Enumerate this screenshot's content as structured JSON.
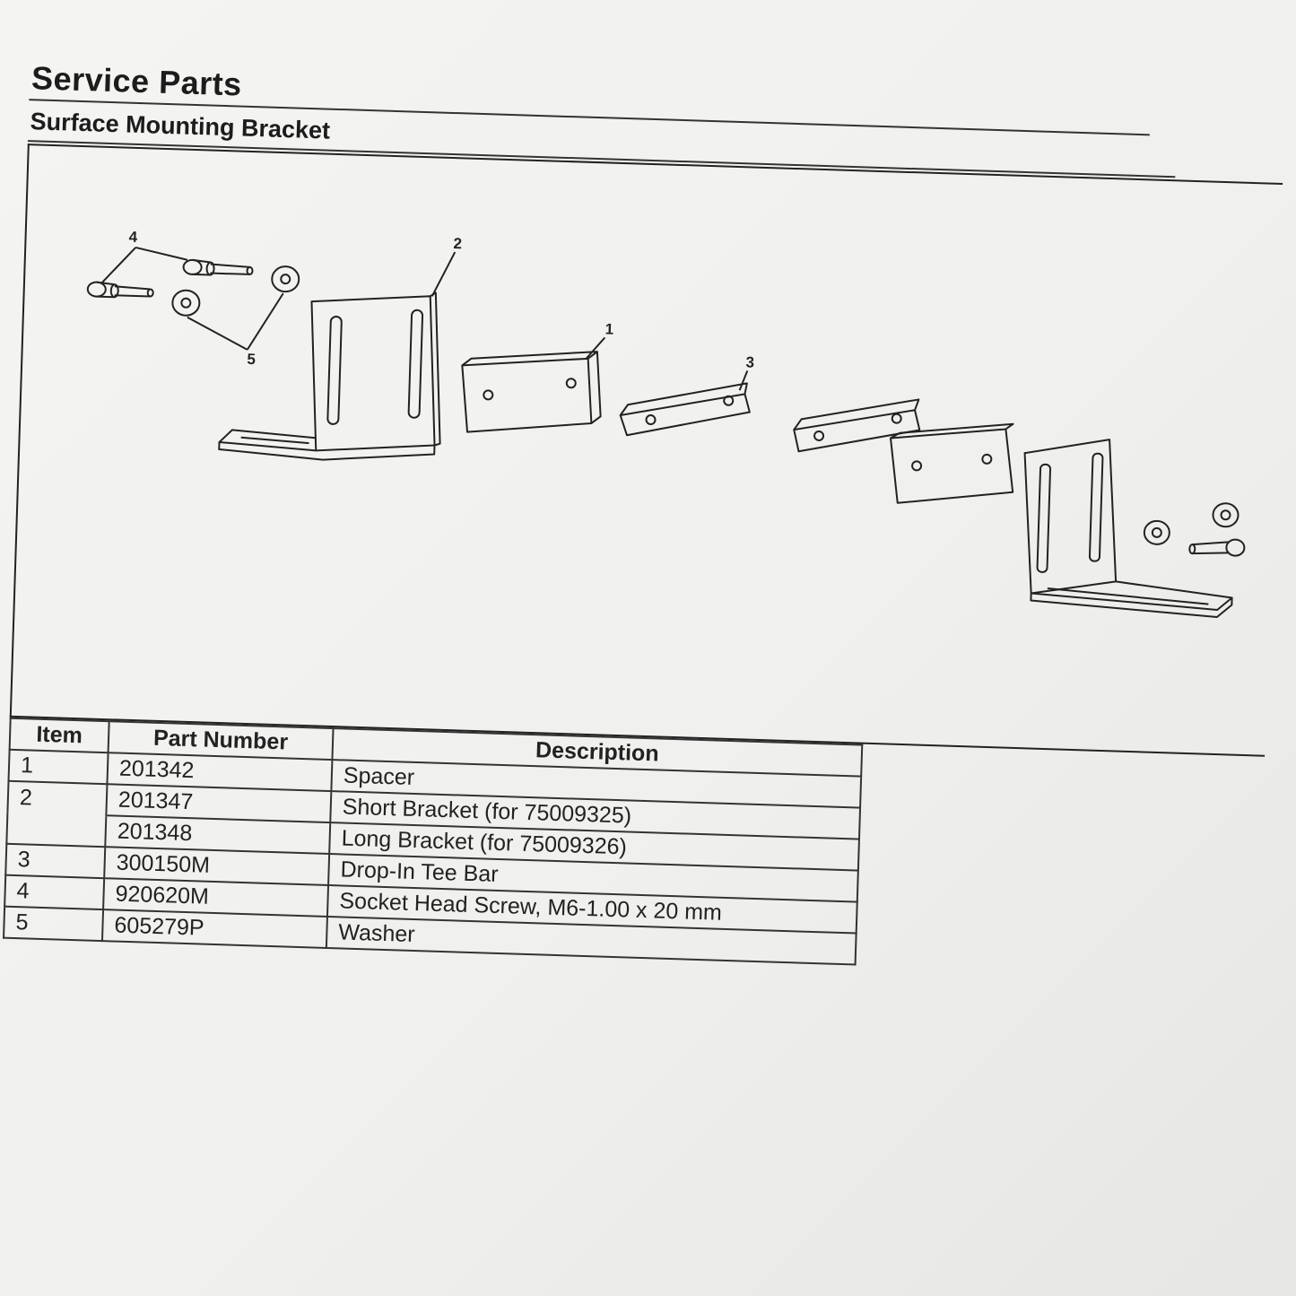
{
  "header": {
    "title": "Service Parts",
    "subtitle": "Surface Mounting Bracket"
  },
  "diagram": {
    "callouts": [
      "1",
      "2",
      "3",
      "4",
      "5"
    ]
  },
  "parts_table": {
    "headers": {
      "item": "Item",
      "part_number": "Part Number",
      "description": "Description"
    },
    "rows": [
      {
        "item": "1",
        "part_number": "201342",
        "description": "Spacer"
      },
      {
        "item": "2",
        "part_number": "201347",
        "description": "Short Bracket (for 75009325)"
      },
      {
        "item": "",
        "part_number": "201348",
        "description": "Long Bracket (for 75009326)"
      },
      {
        "item": "3",
        "part_number": "300150M",
        "description": "Drop-In Tee Bar"
      },
      {
        "item": "4",
        "part_number": "920620M",
        "description": "Socket Head Screw, M6-1.00 x 20 mm"
      },
      {
        "item": "5",
        "part_number": "605279P",
        "description": "Washer"
      }
    ]
  }
}
